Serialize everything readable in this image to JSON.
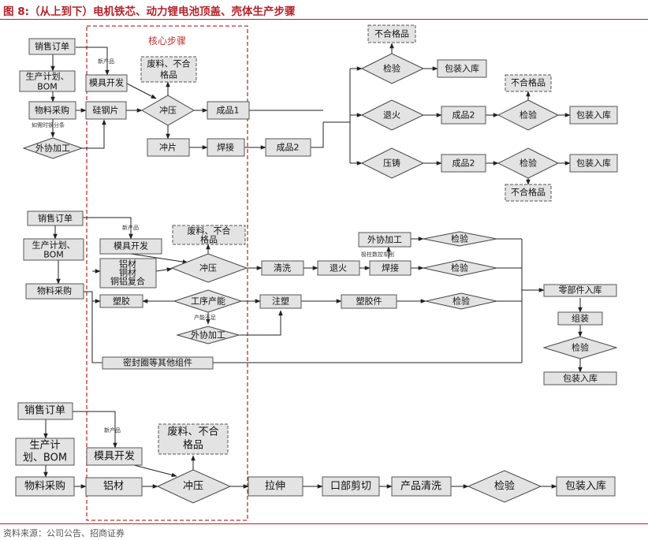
{
  "title": "图 8:（从上到下）电机铁芯、动力锂电池顶盖、壳体生产步骤",
  "source": "资料来源：公司公告、招商证券",
  "core_label": "核心步骤",
  "motor": {
    "sales_order": "销售订单",
    "plan_1": "生产计划、",
    "plan_2": "BOM",
    "purchase": "物料采购",
    "outsource_note": "如需时钢分条",
    "outsource": "外协加工",
    "new_product": "新产品",
    "mold": "模具开发",
    "steel": "硅钢片",
    "scrap_1": "废料、不合",
    "scrap_2": "格品",
    "stamping": "冲压",
    "product1": "成品1",
    "punch": "冲片",
    "welding": "焊接",
    "product2": "成品2",
    "inspect_a": "检验",
    "reject_a": "不合格品",
    "pack_a": "包装入库",
    "anneal": "退火",
    "product2_b": "成品2",
    "inspect_b": "检验",
    "reject_b": "不合格品",
    "pack_b": "包装入库",
    "diecast": "压铸",
    "product2_c": "成品2",
    "inspect_c": "检验",
    "reject_c": "不合格品",
    "pack_c": "包装入库"
  },
  "cap": {
    "sales_order": "销售订单",
    "plan_1": "生产计划、",
    "plan_2": "BOM",
    "purchase": "物料采购",
    "new_product": "新产品",
    "mold": "模具开发",
    "metal_1": "铝材",
    "metal_2": "铜材",
    "metal_3": "铜铝复合",
    "scrap_1": "废料、不合",
    "scrap_2": "格品",
    "stamping": "冲压",
    "clean": "清洗",
    "anneal": "退火",
    "weld": "焊接",
    "outsource_top": "外协加工",
    "weld_note": "极柱数控车削",
    "inspect_1": "检验",
    "inspect_2": "检验",
    "plastic": "塑胶",
    "capacity": "工序产能",
    "insufficient": "产能不足",
    "outsource": "外协加工",
    "injection": "注塑",
    "plastic_part": "塑胶件",
    "inspect_3": "检验",
    "seal": "密封圈等其他组件",
    "parts_store": "零部件入库",
    "assembly": "组装",
    "inspect_4": "检验",
    "pack": "包装入库"
  },
  "shell": {
    "sales_order": "销售订单",
    "plan_1": "生产计",
    "plan_2": "划、BOM",
    "purchase": "物料采购",
    "new_product": "新产品",
    "mold": "模具开发",
    "aluminum": "铝材",
    "scrap_1": "废料、不合",
    "scrap_2": "格品",
    "stamping": "冲压",
    "stretch": "拉伸",
    "trim": "口部剪切",
    "clean": "产品清洗",
    "inspect": "检验",
    "pack": "包装入库"
  }
}
